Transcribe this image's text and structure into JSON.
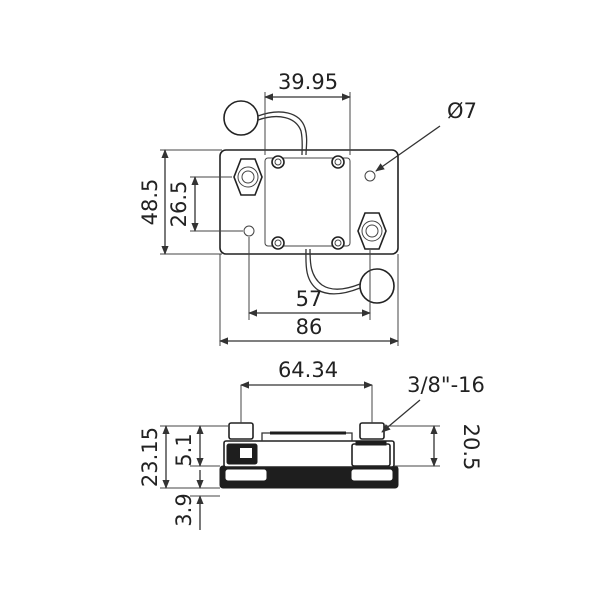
{
  "top_view": {
    "dim_39_95": "39.95",
    "dim_diameter": "Ø7",
    "dim_48_5": "48.5",
    "dim_26_5": "26.5",
    "dim_57": "57",
    "dim_86": "86"
  },
  "side_view": {
    "dim_64_34": "64.34",
    "dim_thread": "3/8\"-16",
    "dim_23_15": "23.15",
    "dim_5_1": "5.1",
    "dim_20_5": "20.5",
    "dim_3_9": "3.9"
  }
}
